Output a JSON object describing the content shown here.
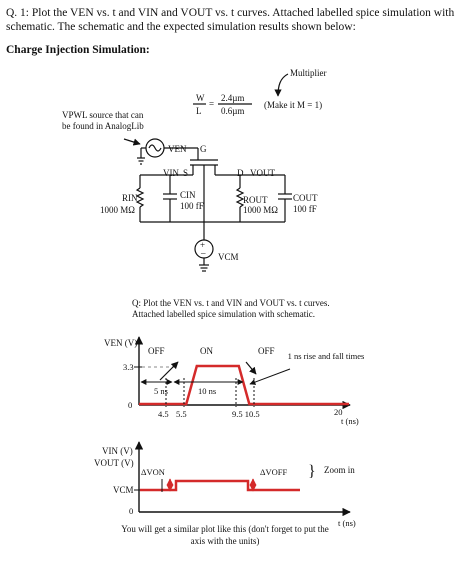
{
  "question": {
    "text": "Q. 1: Plot the VEN vs. t and VIN and VOUT vs. t curves. Attached labelled spice simulation with schematic. The schematic and the expected simulation results shown below:"
  },
  "schematic": {
    "heading": "Charge Injection Simulation:",
    "multiplier": "Multiplier",
    "w_label": "W",
    "l_label": "L",
    "w_value": "2.4µm",
    "l_value": "0.6µm",
    "make_it": "(Make it M = 1)",
    "vpwl_note": "VPWL source that can be found in AnalogLib",
    "ven": "VEN",
    "g": "G",
    "s": "S",
    "d": "D",
    "vin": "VIN",
    "vout": "VOUT",
    "rin": "RIN",
    "rin_value": "1000 MΩ",
    "cin": "CIN",
    "cin_value": "100 fF",
    "rout": "ROUT",
    "rout_value": "1000 MΩ",
    "cout": "COUT",
    "cout_value": "100 fF",
    "vcm": "VCM"
  },
  "caption": "Q: Plot the VEN vs. t and VIN and VOUT vs. t curves. Attached labelled spice simulation with schematic.",
  "ven_plot": {
    "ylabel": "VEN (V)",
    "y_tick_33": "3.3",
    "y_tick_0": "0",
    "off1": "OFF",
    "on": "ON",
    "off2": "OFF",
    "rise_fall": "1 ns rise and fall times",
    "dim_5ns": "5 ns",
    "dim_10ns": "10 ns",
    "t_45": "4.5",
    "t_55": "5.5",
    "t_95_105": "9.5  10.5",
    "t_20": "20",
    "xlabel": "t (ns)",
    "waveform": {
      "t_ns": [
        0,
        4.5,
        5.5,
        9.5,
        10.5,
        20
      ],
      "v": [
        0,
        0,
        3.3,
        3.3,
        0,
        0
      ]
    }
  },
  "vin_plot": {
    "ylabel1": "VIN (V)",
    "ylabel2": "VOUT (V)",
    "vcm": "VCM",
    "dv_on": "ΔVON",
    "dv_off": "ΔVOFF",
    "zoom_in": "Zoom in",
    "y_tick_0": "0",
    "xlabel": "t (ns)",
    "note": "You will get a similar plot like this (don't forget to put the axis with the units)"
  },
  "colors": {
    "waveform": "#d42a2a",
    "ink": "#111111"
  }
}
